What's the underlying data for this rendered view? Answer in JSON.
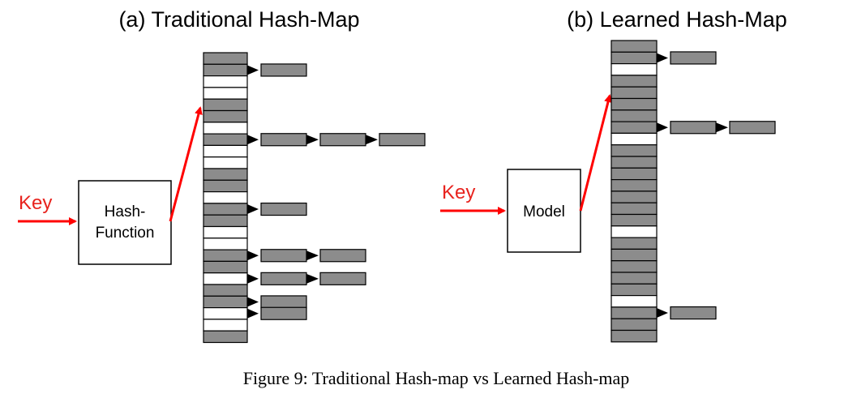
{
  "panel_a": {
    "title": "(a) Traditional Hash-Map",
    "key_label": "Key",
    "function_label_line1": "Hash-",
    "function_label_line2": "Function",
    "slots": [
      1,
      1,
      0,
      0,
      1,
      1,
      0,
      1,
      0,
      0,
      1,
      1,
      0,
      1,
      1,
      0,
      0,
      1,
      1,
      0,
      1,
      1,
      0,
      0,
      1
    ],
    "chains": [
      {
        "slot": 1,
        "length": 1
      },
      {
        "slot": 7,
        "length": 3
      },
      {
        "slot": 13,
        "length": 1
      },
      {
        "slot": 17,
        "length": 2
      },
      {
        "slot": 19,
        "length": 2
      },
      {
        "slot": 21,
        "length": 1
      },
      {
        "slot": 22,
        "length": 1
      }
    ]
  },
  "panel_b": {
    "title": "(b) Learned Hash-Map",
    "key_label": "Key",
    "function_label": "Model",
    "slots": [
      1,
      1,
      0,
      1,
      1,
      1,
      1,
      1,
      0,
      1,
      1,
      1,
      1,
      1,
      1,
      1,
      0,
      1,
      1,
      1,
      1,
      1,
      0,
      1,
      1,
      1
    ],
    "chains": [
      {
        "slot": 1,
        "length": 1
      },
      {
        "slot": 7,
        "length": 2
      },
      {
        "slot": 23,
        "length": 1
      }
    ]
  },
  "caption": "Figure 9: Traditional Hash-map vs Learned Hash-map",
  "colors": {
    "filled_slot": "#8c8c8c",
    "empty_slot": "#ffffff",
    "chain_node": "#8c8c8c",
    "key_arrow": "#ff0000",
    "outline": "#000000"
  }
}
